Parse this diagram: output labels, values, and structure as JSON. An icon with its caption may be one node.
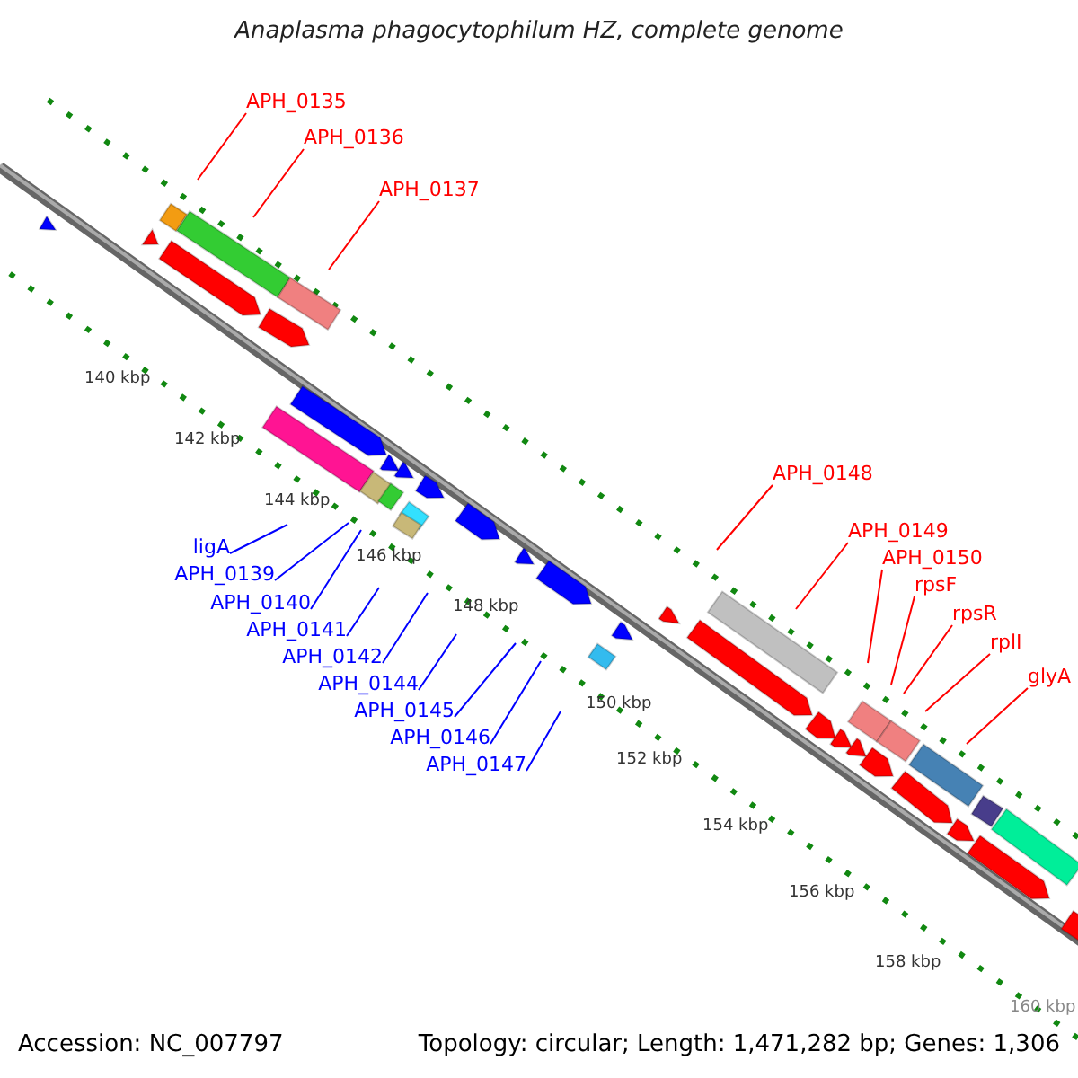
{
  "diagram": {
    "title": "Anaplasma phagocytophilum HZ, complete genome",
    "nodes": [
      {
        "text": [
          "APH_0135"
        ]
      },
      {
        "text": [
          "APH_0136"
        ]
      },
      {
        "text": [
          "APH_0137"
        ]
      },
      {
        "text": [
          "APH_0148"
        ]
      },
      {
        "text": [
          "APH_0149"
        ]
      },
      {
        "text": [
          "APH_0150"
        ]
      },
      {
        "text": [
          "rpsF"
        ]
      },
      {
        "text": [
          "rpsR"
        ]
      },
      {
        "text": [
          "rplI"
        ]
      },
      {
        "text": [
          "glyA"
        ]
      },
      {
        "text": [
          "ligA"
        ]
      },
      {
        "text": [
          "APH_0139"
        ]
      },
      {
        "text": [
          "APH_0140"
        ]
      },
      {
        "text": [
          "APH_0141"
        ]
      },
      {
        "text": [
          "APH_0142"
        ]
      },
      {
        "text": [
          "APH_0144"
        ]
      },
      {
        "text": [
          "APH_0145"
        ]
      },
      {
        "text": [
          "APH_0146"
        ]
      },
      {
        "text": [
          "APH_0147"
        ]
      }
    ],
    "edges": [
      {
        "from": 0,
        "to": null,
        "arrow": "none"
      },
      {
        "from": 1,
        "to": null,
        "arrow": "none"
      },
      {
        "from": 2,
        "to": null,
        "arrow": "none"
      },
      {
        "from": 3,
        "to": null,
        "arrow": "none"
      },
      {
        "from": 4,
        "to": null,
        "arrow": "none"
      },
      {
        "from": 5,
        "to": null,
        "arrow": "none"
      },
      {
        "from": 6,
        "to": null,
        "arrow": "none"
      },
      {
        "from": 7,
        "to": null,
        "arrow": "none"
      },
      {
        "from": 8,
        "to": null,
        "arrow": "none"
      },
      {
        "from": 9,
        "to": null,
        "arrow": "none"
      },
      {
        "from": 10,
        "to": null,
        "arrow": "none",
        "color": "#0000ff"
      },
      {
        "from": 11,
        "to": null,
        "arrow": "none",
        "color": "#0000ff"
      },
      {
        "from": 12,
        "to": null,
        "arrow": "none",
        "color": "#0000ff"
      },
      {
        "from": 13,
        "to": null,
        "arrow": "none",
        "color": "#0000ff"
      },
      {
        "from": 14,
        "to": null,
        "arrow": "none",
        "color": "#0000ff"
      },
      {
        "from": 15,
        "to": null,
        "arrow": "none",
        "color": "#0000ff"
      },
      {
        "from": 16,
        "to": null,
        "arrow": "none",
        "color": "#0000ff"
      },
      {
        "from": 17,
        "to": null,
        "arrow": "none",
        "color": "#0000ff"
      },
      {
        "from": 18,
        "to": null,
        "arrow": "none",
        "color": "#0000ff"
      }
    ],
    "labels": [
      "140 kbp",
      "142 kbp",
      "144 kbp",
      "146 kbp",
      "148 kbp",
      "150 kbp",
      "152 kbp",
      "154 kbp",
      "156 kbp",
      "158 kbp",
      "160 kbp",
      "Accession: NC_007797",
      "Topology: circular; Length: 1,471,282 bp; Genes: 1,306"
    ]
  }
}
